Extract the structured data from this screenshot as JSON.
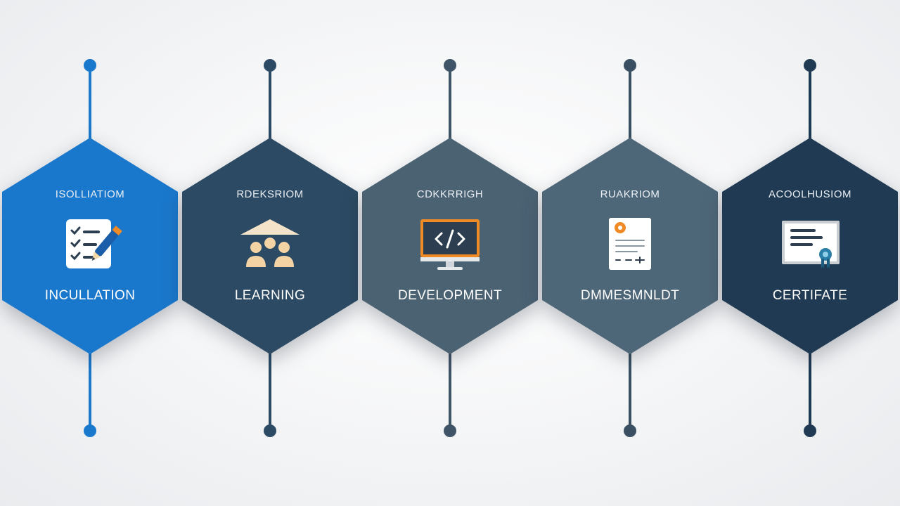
{
  "colors": {
    "step1": "#1a78cc",
    "step2": "#2c4a63",
    "step3": "#4b6273",
    "step4": "#4e6778",
    "step5": "#1f3a52",
    "connector1": "#1a78cc",
    "connector2": "#2c4a63",
    "connector3": "#3f5466",
    "connector4": "#3a5062",
    "connector5": "#1f3a52",
    "accent_orange": "#f08a24"
  },
  "steps": [
    {
      "title": "ISOLLIATIOM",
      "label": "INCULLATION",
      "icon": "checklist-icon"
    },
    {
      "title": "RDEKSRIOM",
      "label": "LEARNING",
      "icon": "group-learning-icon"
    },
    {
      "title": "CDKKRRIGH",
      "label": "DEVELOPMENT",
      "icon": "code-monitor-icon"
    },
    {
      "title": "RUAKRIOM",
      "label": "DMMESMNLDT",
      "icon": "document-icon"
    },
    {
      "title": "ACOOLHUSIOM",
      "label": "CERTIFATE",
      "icon": "certificate-icon"
    }
  ]
}
